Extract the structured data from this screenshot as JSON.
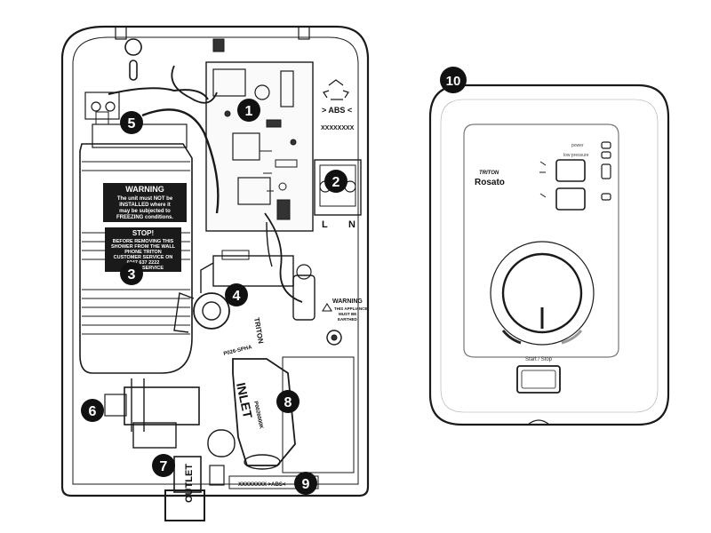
{
  "diagram": {
    "callouts": [
      "1",
      "2",
      "3",
      "4",
      "5",
      "6",
      "7",
      "8",
      "9",
      "10"
    ],
    "labels": {
      "abs_top": "> ABS <",
      "serial": "XXXXXXXX",
      "warning_title": "WARNING",
      "warning_lines": [
        "The unit must NOT be",
        "INSTALLED where it",
        "may be subjected to",
        "FREEZING conditions."
      ],
      "stop_title": "STOP!",
      "stop_lines": [
        "BEFORE REMOVING THIS",
        "SHOWER FROM THE WALL",
        "PHONE TRITON",
        "CUSTOMER SERVICE ON",
        "0247 637 2222",
        "SERVICE"
      ],
      "earth_warning_title": "WARNING",
      "earth_warning_lines": [
        "THIS APPLIANCE",
        "MUST BE",
        "EARTHED"
      ],
      "terminal_l": "L",
      "terminal_n": "N",
      "inlet": "INLET",
      "outlet": "OUTLET",
      "pressure_tag": "P026-SPHA",
      "inlet_code": "P0026000K",
      "triton_side": "TRITON",
      "bottom_code": "XXXXXXXX  >ABS<"
    },
    "front_panel": {
      "brand": "TRITON",
      "model": "Rosato",
      "indicator_labels": [
        "power",
        "low pressure"
      ],
      "start_stop": "Start / Stop"
    }
  }
}
